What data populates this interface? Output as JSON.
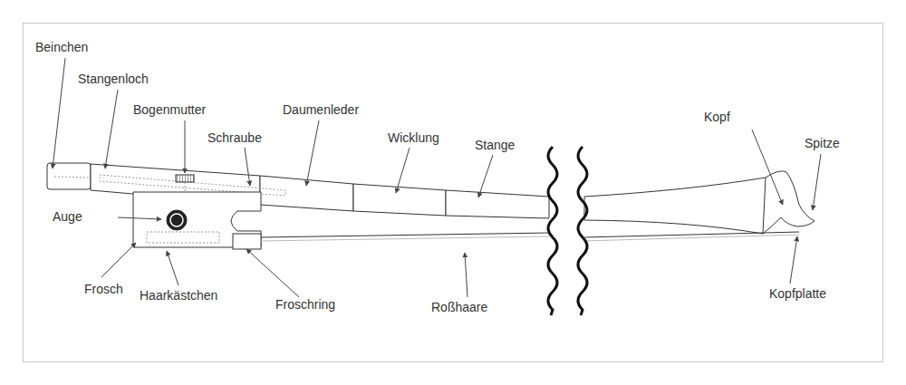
{
  "diagram": {
    "labels": [
      "Beinchen",
      "Stangenloch",
      "Bogenmutter",
      "Schraube",
      "Daumenleder",
      "Wicklung",
      "Stange",
      "Kopf",
      "Spitze",
      "Auge",
      "Frosch",
      "Haarkästchen",
      "Froschring",
      "Roßhaare",
      "Kopfplatte"
    ]
  }
}
